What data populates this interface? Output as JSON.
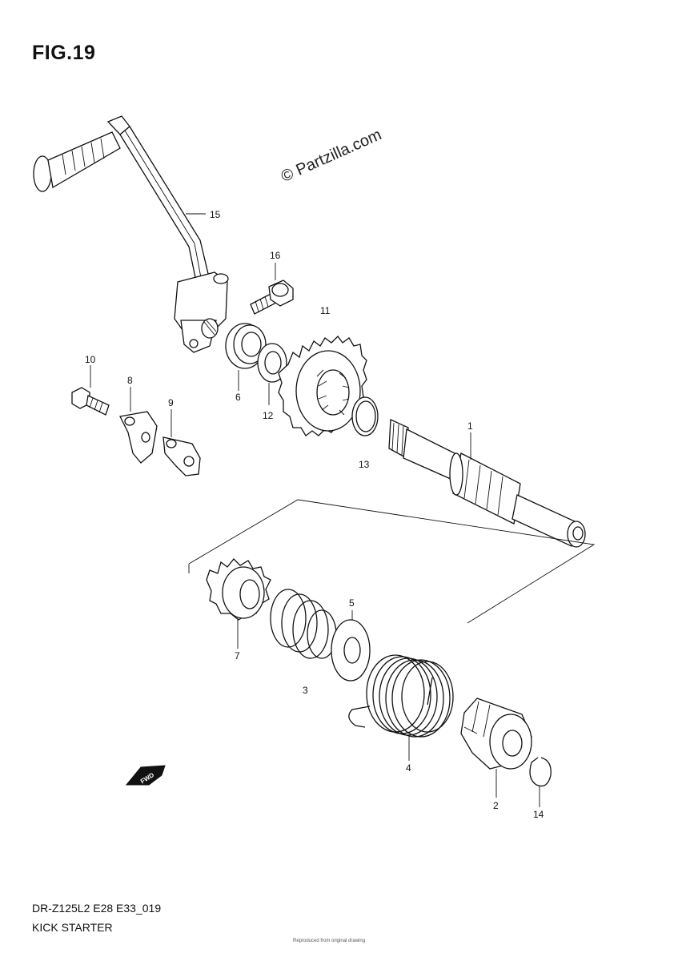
{
  "figure": {
    "title": "FIG.19"
  },
  "watermark": {
    "text": "© Partzilla.com"
  },
  "callouts": [
    {
      "id": "c15",
      "text": "15"
    },
    {
      "id": "c16",
      "text": "16"
    },
    {
      "id": "c11",
      "text": "11"
    },
    {
      "id": "c10",
      "text": "10"
    },
    {
      "id": "c8",
      "text": "8"
    },
    {
      "id": "c9",
      "text": "9"
    },
    {
      "id": "c6",
      "text": "6"
    },
    {
      "id": "c12",
      "text": "12"
    },
    {
      "id": "c1",
      "text": "1"
    },
    {
      "id": "c13",
      "text": "13"
    },
    {
      "id": "c5",
      "text": "5"
    },
    {
      "id": "c7",
      "text": "7"
    },
    {
      "id": "c3",
      "text": "3"
    },
    {
      "id": "c4",
      "text": "4"
    },
    {
      "id": "c2",
      "text": "2"
    },
    {
      "id": "c14",
      "text": "14"
    }
  ],
  "fwd_arrow": {
    "text": "FWD"
  },
  "footer": {
    "code": "DR-Z125L2 E28 E33_019",
    "title": "KICK STARTER",
    "tiny_note": "Reproduced from original drawing"
  }
}
